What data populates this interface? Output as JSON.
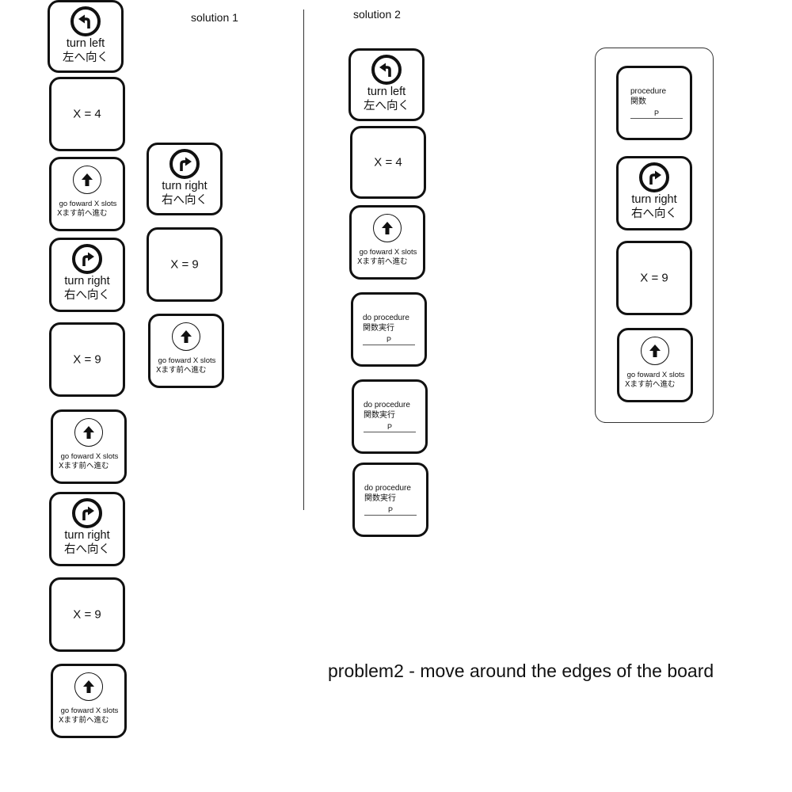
{
  "headings": {
    "solution1": "solution 1",
    "solution2": "solution 2",
    "caption": "problem2 - move around the edges of the board"
  },
  "blocks": {
    "turn_left": {
      "en": "turn left",
      "ja": "左へ向く",
      "icon": "turn-left-arrow-icon"
    },
    "turn_right": {
      "en": "turn right",
      "ja": "右へ向く",
      "icon": "turn-right-arrow-icon"
    },
    "go_forward": {
      "en": "go foward X slots",
      "ja": "Xます前へ進む",
      "icon": "up-arrow-icon"
    },
    "x4": "X = 4",
    "x9": "X = 9",
    "do_procedure": {
      "en": "do procedure",
      "ja": "関数実行",
      "slot": "P"
    },
    "procedure": {
      "en": "procedure",
      "ja": "関数",
      "slot": "P"
    }
  },
  "colors": {
    "ink": "#111111",
    "background": "#ffffff"
  }
}
